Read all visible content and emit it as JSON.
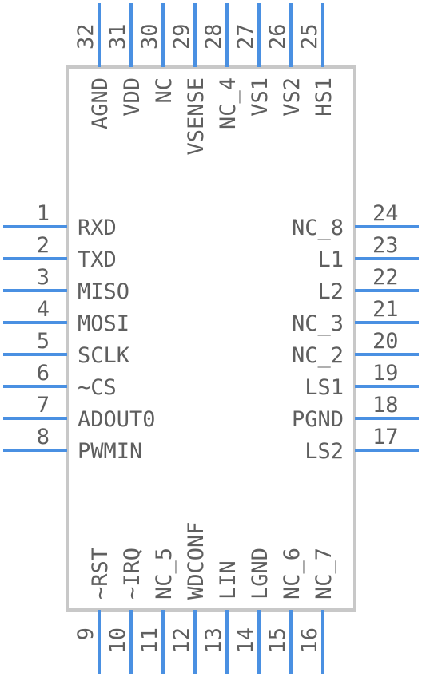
{
  "colors": {
    "pin": "#4a90e2",
    "body_stroke": "#c8c8c8",
    "text": "#5f5f5f"
  },
  "pins": {
    "left": [
      {
        "number": "1",
        "name": "RXD"
      },
      {
        "number": "2",
        "name": "TXD"
      },
      {
        "number": "3",
        "name": "MISO"
      },
      {
        "number": "4",
        "name": "MOSI"
      },
      {
        "number": "5",
        "name": "SCLK"
      },
      {
        "number": "6",
        "name": "~CS"
      },
      {
        "number": "7",
        "name": "ADOUT0"
      },
      {
        "number": "8",
        "name": "PWMIN"
      }
    ],
    "bottom": [
      {
        "number": "9",
        "name": "~RST"
      },
      {
        "number": "10",
        "name": "~IRQ"
      },
      {
        "number": "11",
        "name": "NC_5"
      },
      {
        "number": "12",
        "name": "WDCONF"
      },
      {
        "number": "13",
        "name": "LIN"
      },
      {
        "number": "14",
        "name": "LGND"
      },
      {
        "number": "15",
        "name": "NC_6"
      },
      {
        "number": "16",
        "name": "NC_7"
      }
    ],
    "right": [
      {
        "number": "17",
        "name": "LS2"
      },
      {
        "number": "18",
        "name": "PGND"
      },
      {
        "number": "19",
        "name": "LS1"
      },
      {
        "number": "20",
        "name": "NC_2"
      },
      {
        "number": "21",
        "name": "NC_3"
      },
      {
        "number": "22",
        "name": "L2"
      },
      {
        "number": "23",
        "name": "L1"
      },
      {
        "number": "24",
        "name": "NC_8"
      }
    ],
    "top": [
      {
        "number": "25",
        "name": "HS1"
      },
      {
        "number": "26",
        "name": "VS2"
      },
      {
        "number": "27",
        "name": "VS1"
      },
      {
        "number": "28",
        "name": "NC_4"
      },
      {
        "number": "29",
        "name": "VSENSE"
      },
      {
        "number": "30",
        "name": "NC"
      },
      {
        "number": "31",
        "name": "VDD"
      },
      {
        "number": "32",
        "name": "AGND"
      }
    ]
  }
}
